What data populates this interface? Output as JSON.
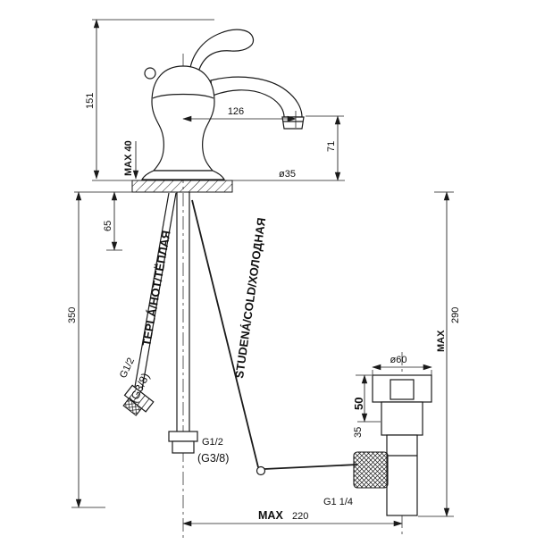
{
  "page": {
    "background": "#ffffff",
    "line_color": "#1a1a1a"
  },
  "labels": {
    "hot_supply": "TEPLÁ/HOT/ТЁПЛАЯ",
    "cold_supply": "STUDENÁ/COLD/ХОЛОДНАЯ"
  },
  "dims": {
    "overall_height": "151",
    "spout_reach": "126",
    "spout_outlet_height": "71",
    "deck_thickness_max": "MAX 40",
    "mounting_hole_dia": "ø35",
    "shank_clearance": "65",
    "hose_length": "350",
    "drain_flange_dia": "ø60",
    "basin_thickness_max": "50",
    "basin_thickness_min": "35",
    "drain_depth_max_word": "MAX",
    "drain_depth": "290",
    "drain_offset_max_word": "MAX",
    "drain_offset": "220"
  },
  "threads": {
    "hot_hose_size": "G1/2",
    "hot_hose_alt": "(G3/8)",
    "cold_hose_size": "G1/2",
    "cold_hose_alt": "(G3/8)",
    "drain_thread": "G1 1/4"
  }
}
